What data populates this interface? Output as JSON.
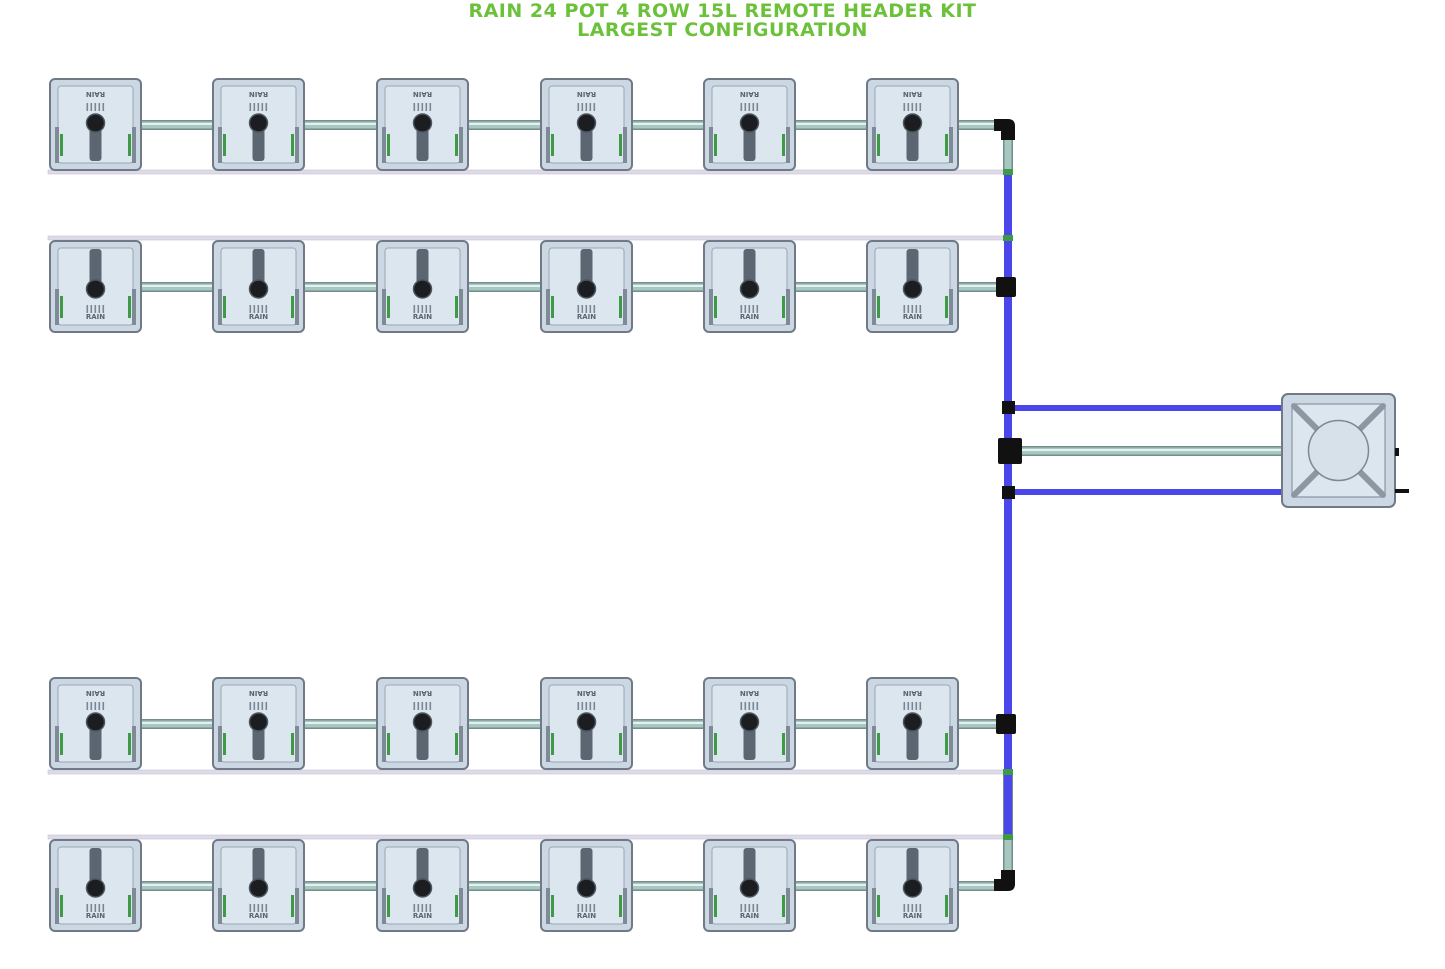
{
  "title": {
    "line1": "RAIN 24 POT 4 ROW 15L REMOTE HEADER KIT",
    "line2": "LARGEST CONFIGURATION"
  },
  "pot_label": "RAIN",
  "pot_count": 24,
  "row_count": 4,
  "pots_per_row": 6,
  "rows": [
    {
      "label_side": "top",
      "pots": 6
    },
    {
      "label_side": "bottom",
      "pots": 6
    },
    {
      "label_side": "top",
      "pots": 6
    },
    {
      "label_side": "bottom",
      "pots": 6
    }
  ],
  "colors": {
    "title": "#6cc13a",
    "pot_fill": "#cbd7e3",
    "pot_stroke": "#6f7a86",
    "pot_inner": "#dce6ef",
    "pipe_main": "#a7c7c2",
    "pipe_edge": "#748e8b",
    "feed_line": "#4a46ea",
    "drain_line": "#dedbe8",
    "fitting": "#111111",
    "clip": "#3f9a45"
  }
}
